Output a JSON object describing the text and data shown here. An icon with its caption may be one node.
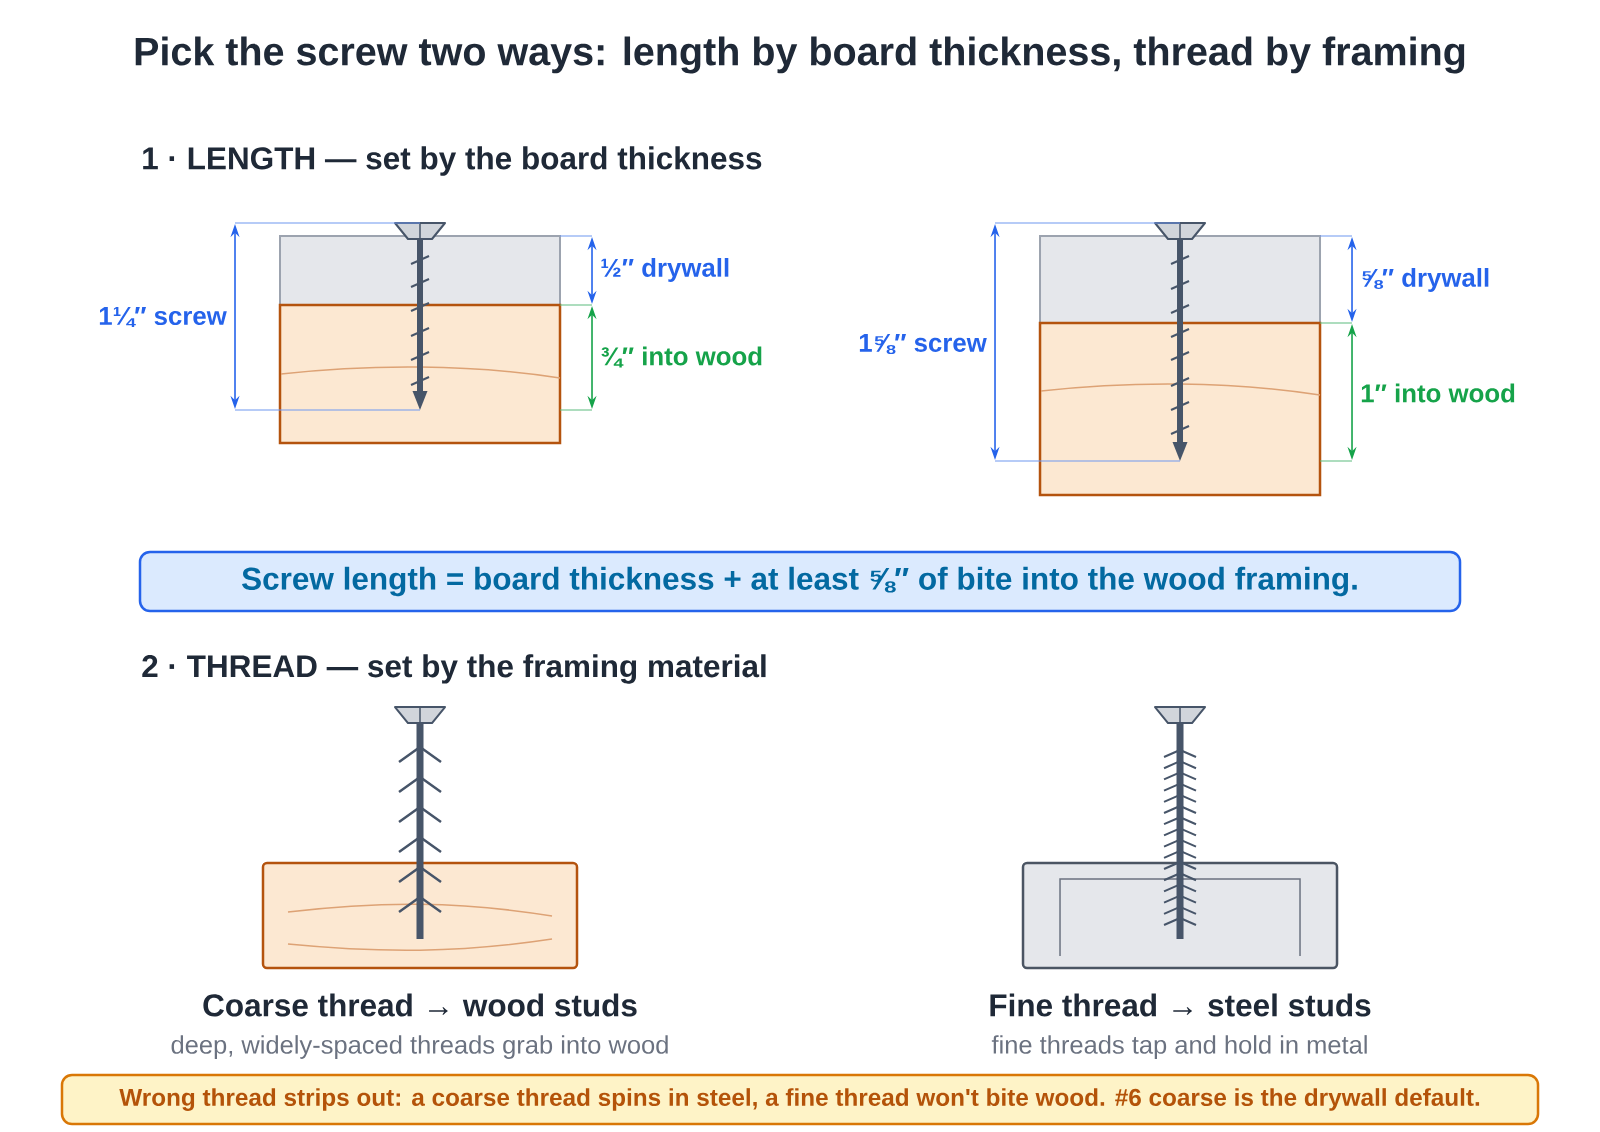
{
  "diagram": {
    "title": "Pick the screw two ways: length by board thickness, thread by framing",
    "nodes": [
      {
        "text": [
          "Screw length = board thickness + at least ⅝″ of bite into the wood framing."
        ]
      },
      {
        "text": [
          "Wrong thread strips out: a coarse thread spins in steel, a fine thread won't bite wood. #6 coarse is the drywall default."
        ]
      }
    ],
    "labels": [
      "1 · LENGTH — set by the board thickness",
      "1¼″ screw",
      "½″ drywall",
      "¾″ into wood",
      "1⅝″ screw",
      "⅝″ drywall",
      "1″ into wood",
      "2 · THREAD — set by the framing material",
      "Coarse thread → wood studs",
      "deep, widely-spaced threads grab into wood",
      "Fine thread → steel studs",
      "fine threads tap and hold in metal"
    ]
  }
}
